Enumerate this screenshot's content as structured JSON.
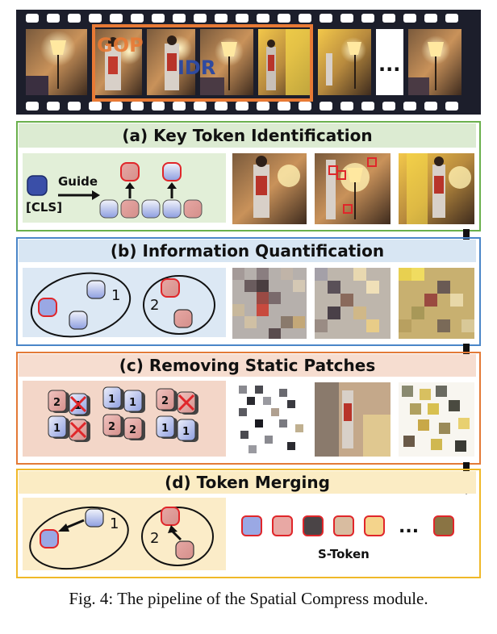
{
  "filmstrip": {
    "gop_label": "GOP",
    "idr_label": "IDR",
    "ellipsis": "..."
  },
  "panels": [
    {
      "title": "(a) Key Token Identification",
      "guide_label": "Guide",
      "cls_label": "[CLS]"
    },
    {
      "title": "(b) Information Quantification",
      "cluster_labels": [
        "1",
        "2"
      ]
    },
    {
      "title": "(c) Removing Static Patches",
      "cube_labels": [
        "2",
        "1",
        "1",
        "1",
        "2",
        "2",
        "2",
        "1",
        "2",
        "1"
      ]
    },
    {
      "title": "(d) Token Merging",
      "cluster_labels": [
        "1",
        "2"
      ],
      "ellipsis": "...",
      "stoken_label": "S-Token"
    }
  ],
  "caption": "Fig. 4: The pipeline of the Spatial Compress module.",
  "colors": {
    "panel_a": "#6ab04c",
    "panel_b": "#4a86c8",
    "panel_c": "#e37a36",
    "panel_d": "#f0b828",
    "gop": "#e87a35",
    "idr": "#2f4aa0",
    "red": "#e0262a"
  }
}
